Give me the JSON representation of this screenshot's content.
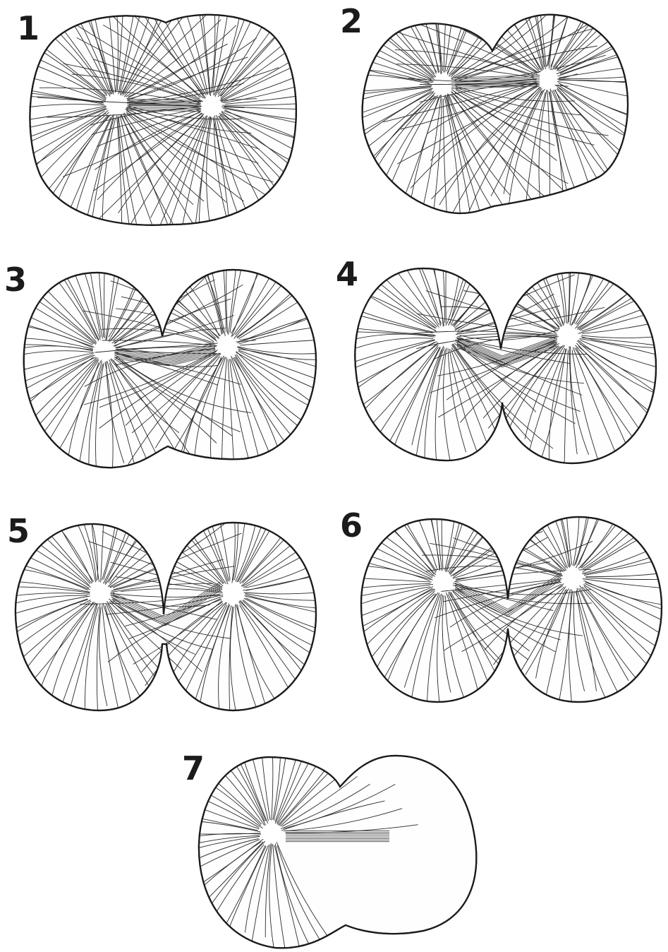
{
  "figures": [
    {
      "number": "1"
    },
    {
      "number": "2"
    },
    {
      "number": "3"
    },
    {
      "number": "4"
    },
    {
      "number": "5"
    },
    {
      "number": "6"
    },
    {
      "number": "7"
    }
  ]
}
